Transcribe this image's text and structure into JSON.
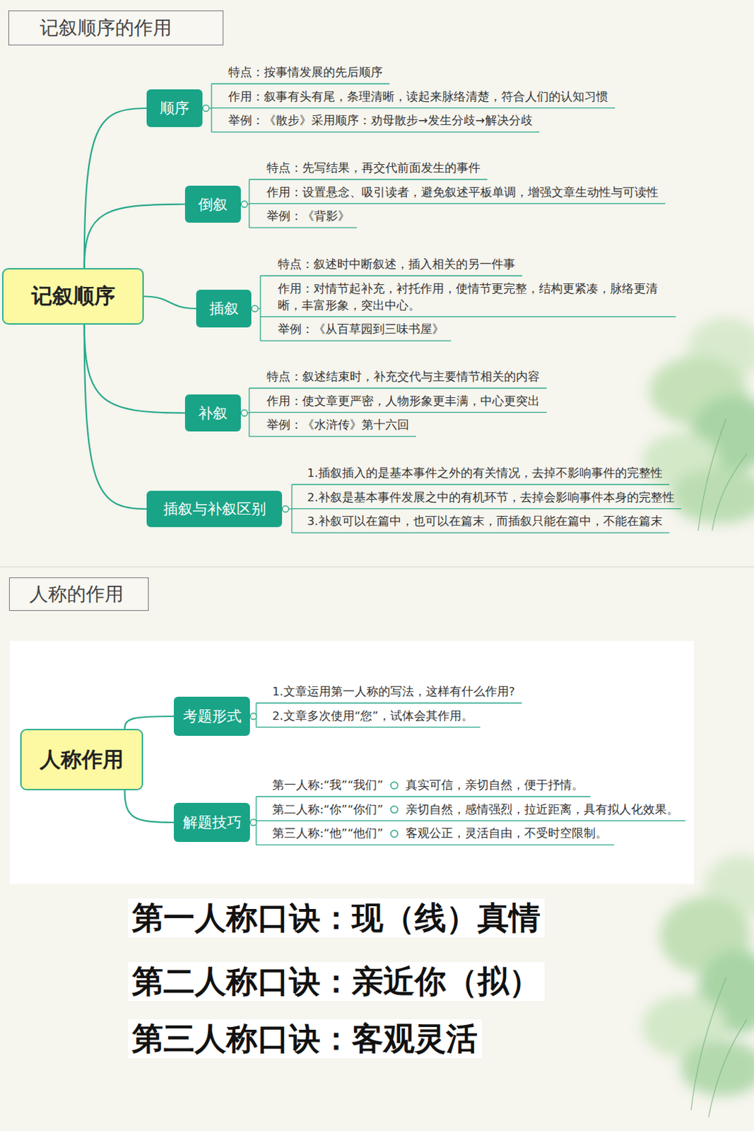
{
  "diagram": {
    "nodes": [
      {
        "text": [
          "记叙顺序的作用"
        ]
      },
      {
        "text": [
          "记叙顺序"
        ]
      },
      {
        "text": [
          "顺序"
        ]
      },
      {
        "text": [
          "倒叙"
        ]
      },
      {
        "text": [
          "插叙"
        ]
      },
      {
        "text": [
          "补叙"
        ]
      },
      {
        "text": [
          "插叙与补叙区别"
        ]
      },
      {
        "text": [
          "人称的作用"
        ]
      },
      {
        "text": [
          "人称作用"
        ]
      },
      {
        "text": [
          "考题形式"
        ]
      },
      {
        "text": [
          "解题技巧"
        ]
      }
    ],
    "edges": [
      {
        "from": 1,
        "to": 2,
        "arrow": "none"
      },
      {
        "from": 1,
        "to": 3,
        "arrow": "none"
      },
      {
        "from": 1,
        "to": 4,
        "arrow": "none"
      },
      {
        "from": 1,
        "to": 5,
        "arrow": "none"
      },
      {
        "from": 1,
        "to": 6,
        "arrow": "none"
      },
      {
        "from": 8,
        "to": 9,
        "arrow": "none"
      },
      {
        "from": 8,
        "to": 10,
        "arrow": "none"
      }
    ],
    "labels": [
      "特点：按事情发展的先后顺序",
      "作用：叙事有头有尾，条理清晰，读起来脉络清楚，符合人们的认知习惯",
      "举例：《散步》采用顺序：劝母散步→发生分歧→解决分歧",
      "特点：先写结果，再交代前面发生的事件",
      "作用：设置悬念、吸引读者，避免叙述平板单调，增强文章生动性与可读性",
      "举例：《背影》",
      "特点：叙述时中断叙述，插入相关的另一件事",
      "作用：对情节起补充，衬托作用，使情节更完整，结构更紧凑，脉络更清晰，丰富形象，突出中心。",
      "举例：《从百草园到三味书屋》",
      "特点：叙述结束时，补充交代与主要情节相关的内容",
      "作用：使文章更严密，人物形象更丰满，中心更突出",
      "举例：《水浒传》第十六回",
      "1.插叙插入的是基本事件之外的有关情况，去掉不影响事件的完整性",
      "2.补叙是基本事件发展之中的有机环节，去掉会影响事件本身的完整性",
      "3.补叙可以在篇中，也可以在篇末，而插叙只能在篇中，不能在篇末",
      "1.文章运用第一人称的写法，这样有什么作用?",
      "2.文章多次使用“您”，试体会其作用。",
      "第一人称:“我”“我们”",
      "真实可信，亲切自然，便于抒情。",
      "第二人称:“你”“你们”",
      "亲切自然，感情强烈，拉近距离，具有拟人化效果。",
      "第三人称:“他”“他们”",
      "客观公正，灵活自由，不受时空限制。",
      "第一人称口诀：现（线）真情",
      "第二人称口诀：亲近你（拟）",
      "第三人称口诀：客观灵活"
    ]
  }
}
